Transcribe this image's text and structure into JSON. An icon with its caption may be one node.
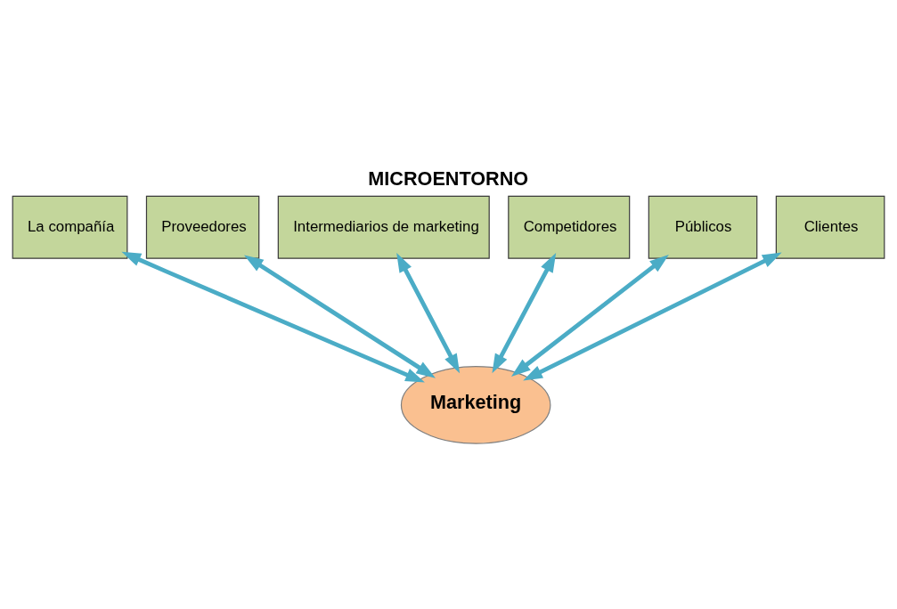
{
  "diagram": {
    "title": "MICROENTORNO",
    "nodes": [
      {
        "text": [
          "La compañía"
        ]
      },
      {
        "text": [
          "Proveedores"
        ]
      },
      {
        "text": [
          "Intermediarios de marketing"
        ]
      },
      {
        "text": [
          "Competidores"
        ]
      },
      {
        "text": [
          "Públicos"
        ]
      },
      {
        "text": [
          "Clientes"
        ]
      },
      {
        "text": [
          "Marketing"
        ]
      }
    ],
    "edges": [
      {
        "from": 6,
        "to": 0,
        "arrow": "both"
      },
      {
        "from": 6,
        "to": 1,
        "arrow": "both"
      },
      {
        "from": 6,
        "to": 2,
        "arrow": "both"
      },
      {
        "from": 6,
        "to": 3,
        "arrow": "both"
      },
      {
        "from": 6,
        "to": 4,
        "arrow": "both"
      },
      {
        "from": 6,
        "to": 5,
        "arrow": "both"
      }
    ]
  }
}
